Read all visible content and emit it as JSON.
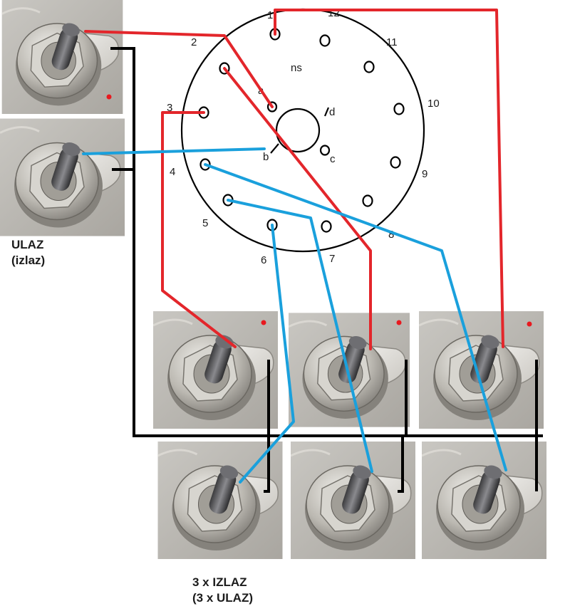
{
  "switch_face": {
    "pin_numbers": [
      "1",
      "2",
      "3",
      "4",
      "5",
      "6",
      "7",
      "8",
      "9",
      "10",
      "11",
      "12"
    ],
    "inner_letters": [
      "a",
      "b",
      "c",
      "d"
    ],
    "center_label": "ns"
  },
  "captions": {
    "input_line1": "ULAZ",
    "input_line2": "(izlaz)",
    "output_line1": "3 x IZLAZ",
    "output_line2": "(3 x ULAZ)"
  },
  "colors": {
    "red_wire": "#e3262b",
    "blue_wire": "#1aa0dc",
    "black_wire": "#000000",
    "hot_marker_dot": "#e8191f"
  },
  "jack_sockets": [
    {
      "id": "input-top",
      "group": "input",
      "hot_marker": true
    },
    {
      "id": "input-bottom",
      "group": "input",
      "hot_marker": false
    },
    {
      "id": "out-top-1",
      "group": "output",
      "hot_marker": true
    },
    {
      "id": "out-top-2",
      "group": "output",
      "hot_marker": true
    },
    {
      "id": "out-top-3",
      "group": "output",
      "hot_marker": true
    },
    {
      "id": "out-bottom-1",
      "group": "output",
      "hot_marker": false
    },
    {
      "id": "out-bottom-2",
      "group": "output",
      "hot_marker": false
    },
    {
      "id": "out-bottom-3",
      "group": "output",
      "hot_marker": false
    }
  ]
}
